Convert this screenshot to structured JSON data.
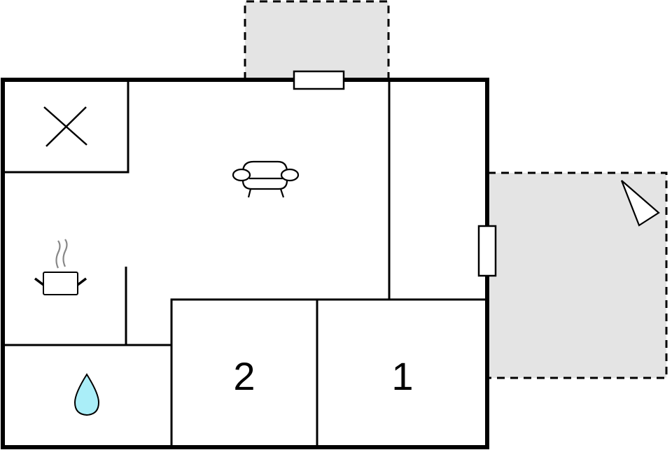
{
  "floorplan": {
    "colors": {
      "wall": "#000000",
      "terrace_fill": "#e4e4e4",
      "room_fill": "#ffffff",
      "water_drop_fill": "#aaeef8",
      "steam": "#888888"
    },
    "rooms": [
      {
        "id": "storage",
        "icon": "x-mark-icon",
        "label": ""
      },
      {
        "id": "living-room",
        "icon": "sofa-icon",
        "label": ""
      },
      {
        "id": "kitchen",
        "icon": "cooking-pot-icon",
        "label": ""
      },
      {
        "id": "bathroom",
        "icon": "water-drop-icon",
        "label": ""
      },
      {
        "id": "bedroom-2",
        "icon": "",
        "label": "2"
      },
      {
        "id": "bedroom-1",
        "icon": "",
        "label": "1"
      },
      {
        "id": "hallway",
        "icon": "",
        "label": ""
      }
    ],
    "outdoor_areas": [
      {
        "id": "terrace-north",
        "style": "dashed"
      },
      {
        "id": "terrace-east",
        "style": "dashed",
        "icon": "compass-north-icon"
      }
    ],
    "bedroom_labels": {
      "bedroom_2": "2",
      "bedroom_1": "1"
    }
  }
}
